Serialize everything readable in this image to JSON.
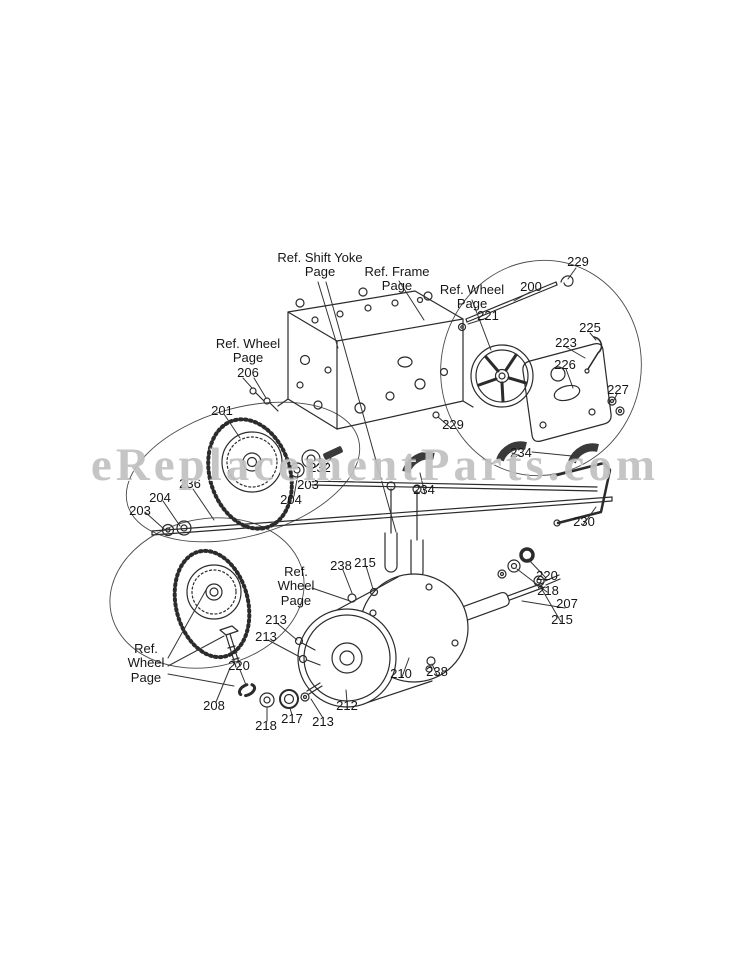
{
  "watermark": "eReplacementParts.com",
  "labels": {
    "ref_shift_yoke": "Ref. Shift Yoke\nPage",
    "ref_frame": "Ref. Frame\nPage",
    "ref_wheel_top_right": "Ref. Wheel\nPage",
    "p229_top": "229",
    "p200": "200",
    "p221": "221",
    "p225": "225",
    "p223": "223",
    "ref_wheel_206": "Ref. Wheel\nPage\n206",
    "p226": "226",
    "p227": "227",
    "p201": "201",
    "p229_mid": "229",
    "p232": "232",
    "p234_mid": "234",
    "p234_right": "234",
    "p203_mid": "203",
    "p204_mid": "204",
    "p236": "236",
    "p204_left": "204",
    "p203_left": "203",
    "p230": "230",
    "p220_right": "220",
    "p218_right": "218",
    "ref_wheel_mid": "Ref.\nWheel\nPage",
    "p238_mid": "238",
    "p215_mid": "215",
    "p207": "207",
    "p215_right": "215",
    "p213_upper": "213",
    "p213_lower": "213",
    "p210": "210",
    "p238_bottom": "238",
    "ref_wheel_bottom": "Ref.\nWheel\nPage",
    "p220_bottom": "220",
    "p208": "208",
    "p218_bottom": "218",
    "p217": "217",
    "p213_bottom": "213",
    "p212": "212"
  }
}
